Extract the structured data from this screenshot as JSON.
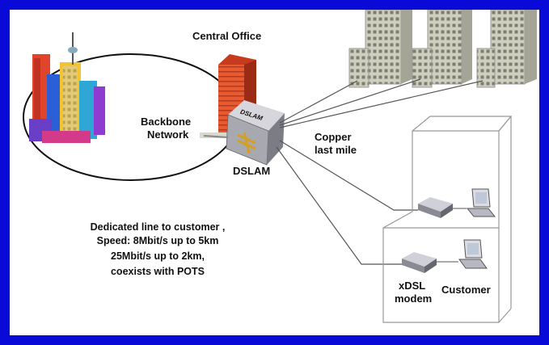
{
  "labels": {
    "central_office": "Central Office",
    "backbone_line1": "Backbone",
    "backbone_line2": "Network",
    "dslam_device": "DSLAM",
    "dslam": "DSLAM",
    "copper_line1": "Copper",
    "copper_line2": "last mile",
    "note_line1": "Dedicated line to customer ,",
    "note_line2": "Speed: 8Mbit/s up to 5km",
    "note_line3": "25Mbit/s up to 2km,",
    "note_line4": "coexists with POTS",
    "xdsl_line1": "xDSL",
    "xdsl_line2": "modem",
    "customer": "Customer"
  },
  "colors": {
    "border": "#0a0ad8",
    "background": "#ffffff",
    "building_gray": "#c9c9b8",
    "central_office_red": "#e0502a",
    "dslam_gray": "#a8a8b0"
  }
}
